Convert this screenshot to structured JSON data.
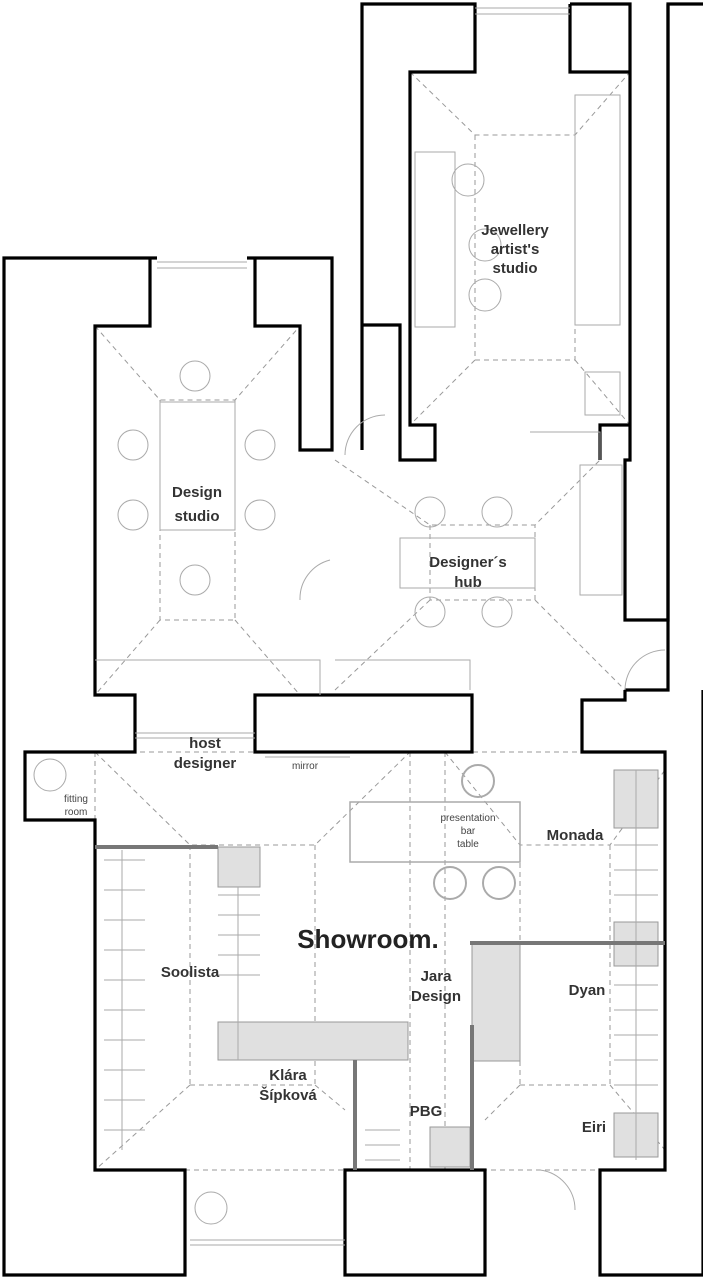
{
  "rooms": {
    "jewellery": [
      "Jewellery",
      "artist's",
      "studio"
    ],
    "design_studio": [
      "Design",
      "studio"
    ],
    "designers_hub": [
      "Designer´s",
      "hub"
    ],
    "host_designer": [
      "host",
      "designer"
    ],
    "mirror": "mirror",
    "fitting_room": [
      "fitting",
      "room"
    ],
    "presentation": [
      "presentation",
      "bar",
      "table"
    ],
    "showroom": "Showroom."
  },
  "brands": {
    "monada": "Monada",
    "soolista": "Soolista",
    "jara": [
      "Jara",
      "Design"
    ],
    "dyan": "Dyan",
    "klara": [
      "Klára",
      "Šípková"
    ],
    "pbg": "PBG",
    "eiri": "Eiri"
  }
}
